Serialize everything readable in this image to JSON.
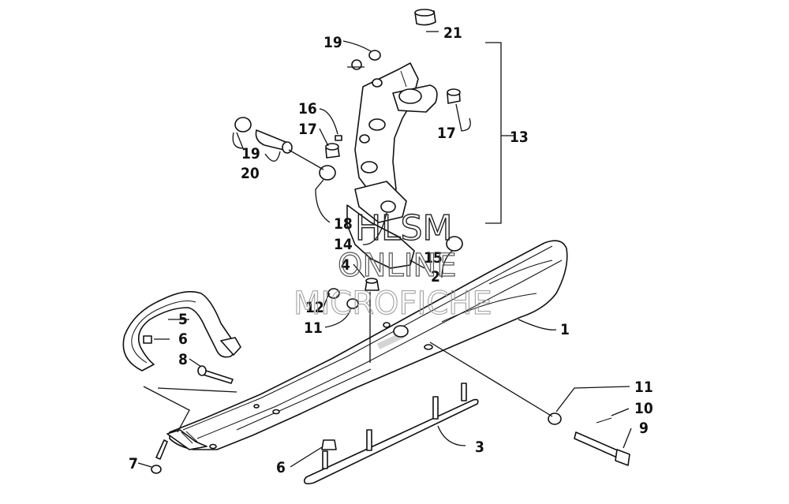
{
  "watermark": {
    "line1": "HLSM",
    "line2": "ONLINE",
    "line3": "MICROFICHE"
  },
  "callouts": [
    {
      "id": "c1",
      "label": "1"
    },
    {
      "id": "c2",
      "label": "2"
    },
    {
      "id": "c3",
      "label": "3"
    },
    {
      "id": "c4",
      "label": "4"
    },
    {
      "id": "c5",
      "label": "5"
    },
    {
      "id": "c6a",
      "label": "6"
    },
    {
      "id": "c6b",
      "label": "6"
    },
    {
      "id": "c7",
      "label": "7"
    },
    {
      "id": "c8",
      "label": "8"
    },
    {
      "id": "c9",
      "label": "9"
    },
    {
      "id": "c10",
      "label": "10"
    },
    {
      "id": "c11a",
      "label": "11"
    },
    {
      "id": "c11b",
      "label": "11"
    },
    {
      "id": "c12",
      "label": "12"
    },
    {
      "id": "c13",
      "label": "13"
    },
    {
      "id": "c14",
      "label": "14"
    },
    {
      "id": "c15",
      "label": "15"
    },
    {
      "id": "c16",
      "label": "16"
    },
    {
      "id": "c17a",
      "label": "17"
    },
    {
      "id": "c17b",
      "label": "17"
    },
    {
      "id": "c18",
      "label": "18"
    },
    {
      "id": "c19a",
      "label": "19"
    },
    {
      "id": "c19b",
      "label": "19"
    },
    {
      "id": "c20",
      "label": "20"
    },
    {
      "id": "c21",
      "label": "21"
    }
  ]
}
